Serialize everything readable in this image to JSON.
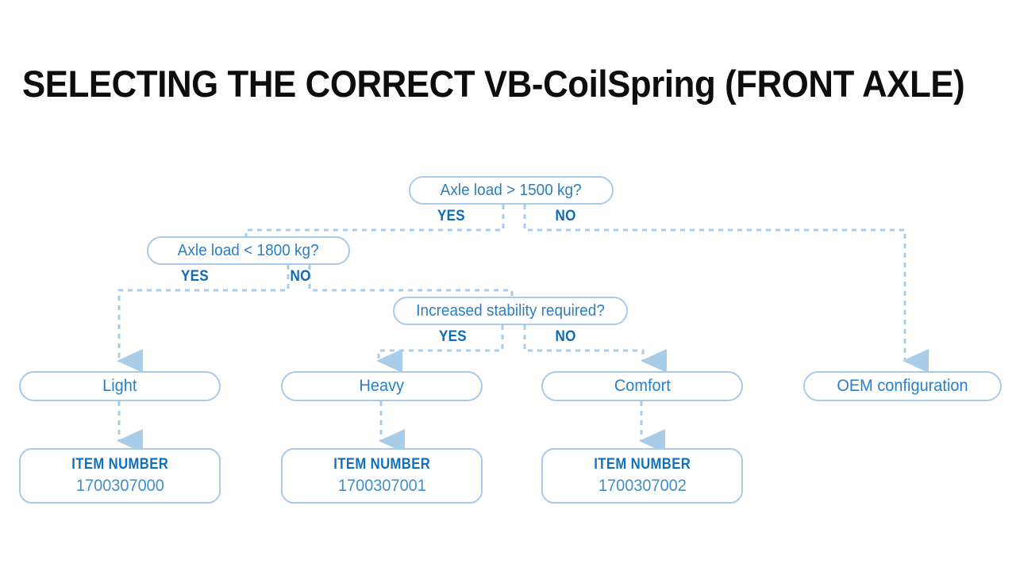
{
  "page": {
    "title": "SELECTING THE CORRECT VB-CoilSpring (FRONT AXLE)",
    "background": "#ffffff"
  },
  "colors": {
    "title_text": "#0d0d0d",
    "node_border": "#a9c9e8",
    "node_text": "#2a7fc6",
    "branch_label": "#0d6cb8",
    "item_heading": "#1070bf",
    "item_number": "#3d8fcc",
    "connector": "#a9cce9"
  },
  "flowchart": {
    "type": "decision-tree",
    "decisions": [
      {
        "id": "axle-load-1500",
        "label": "Axle load > 1500 kg?",
        "yes_label": "YES",
        "no_label": "NO",
        "yes_target": "axle-load-1800",
        "no_target": "oem-configuration"
      },
      {
        "id": "axle-load-1800",
        "label": "Axle load < 1800 kg?",
        "yes_label": "YES",
        "no_label": "NO",
        "yes_target": "light",
        "no_target": "increased-stability"
      },
      {
        "id": "increased-stability",
        "label": "Increased stability required?",
        "yes_label": "YES",
        "no_label": "NO",
        "yes_target": "heavy",
        "no_target": "comfort"
      }
    ],
    "results": [
      {
        "id": "light",
        "label": "Light"
      },
      {
        "id": "heavy",
        "label": "Heavy"
      },
      {
        "id": "comfort",
        "label": "Comfort"
      },
      {
        "id": "oem-configuration",
        "label": "OEM configuration"
      }
    ],
    "item_numbers": [
      {
        "id": "item-light",
        "heading": "ITEM NUMBER",
        "number": "1700307000",
        "for": "light"
      },
      {
        "id": "item-heavy",
        "heading": "ITEM NUMBER",
        "number": "1700307001",
        "for": "heavy"
      },
      {
        "id": "item-comfort",
        "heading": "ITEM NUMBER",
        "number": "1700307002",
        "for": "comfort"
      }
    ]
  }
}
